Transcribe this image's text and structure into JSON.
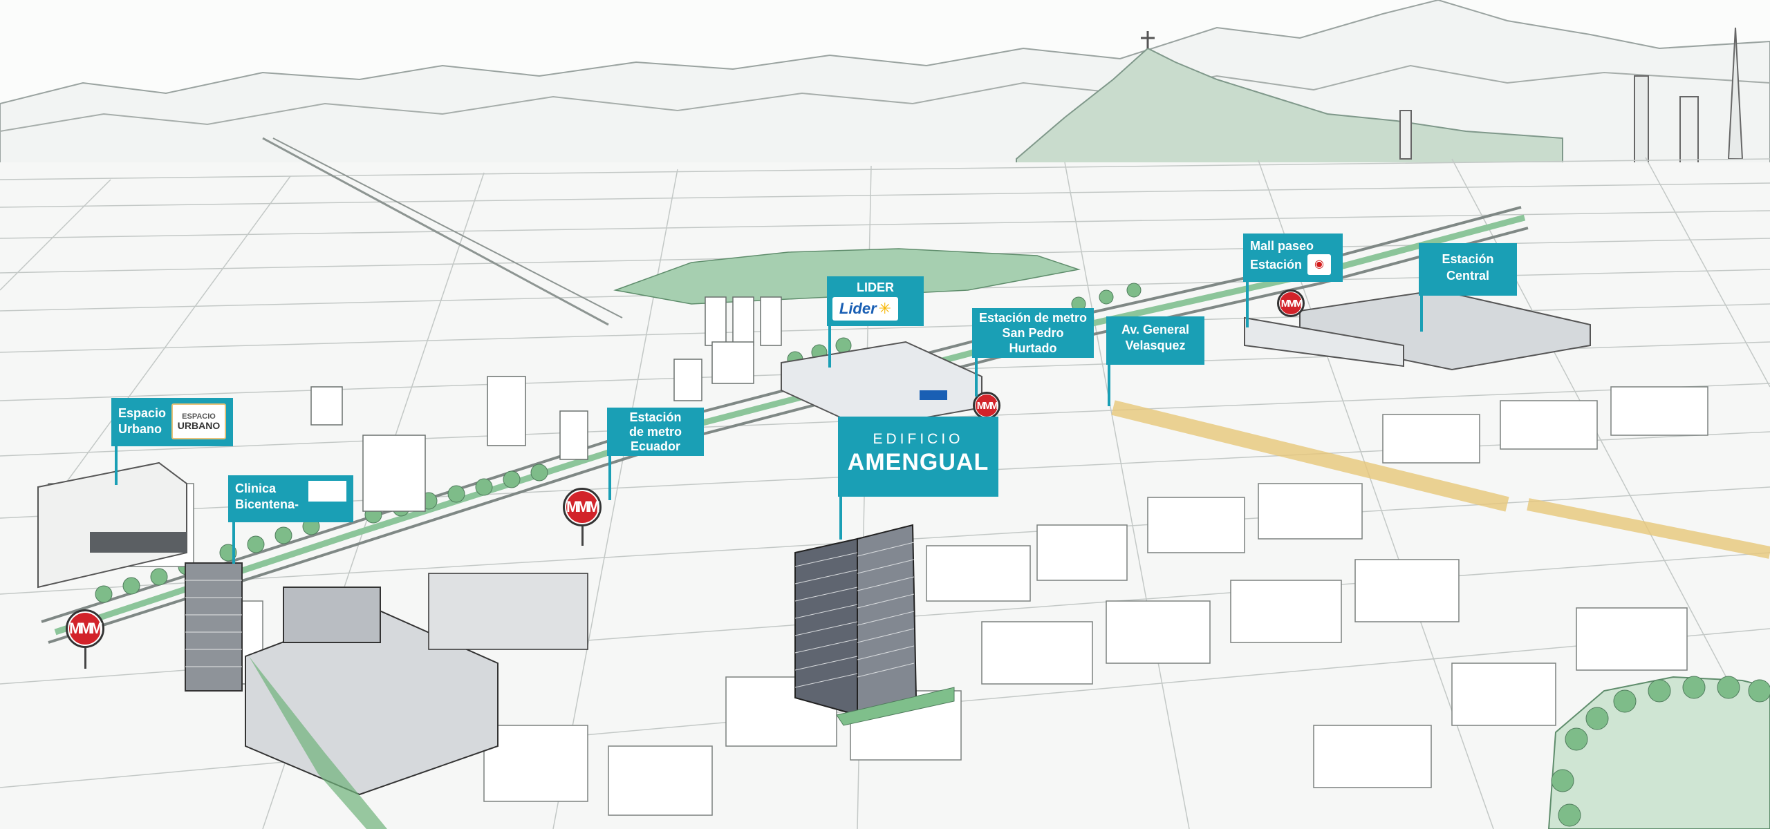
{
  "building": {
    "subtitle": "EDIFICIO",
    "title": "AMENGUAL"
  },
  "labels": {
    "espacio_urbano": {
      "line1": "Espacio",
      "line2": "Urbano",
      "logo_text_top": "ESPACIO",
      "logo_text_bottom": "URBANO"
    },
    "clinica": {
      "line1": "Clinica",
      "line2": "Bicentena-"
    },
    "ecuador": {
      "line1": "Estación",
      "line2": "de metro",
      "line3": "Ecuador"
    },
    "lider": {
      "line1": "LIDER",
      "logo_text": "Lider"
    },
    "san_pedro": {
      "line1": "Estación de metro",
      "line2": "San Pedro",
      "line3": "Hurtado"
    },
    "velasquez": {
      "line1": "Av. General",
      "line2": "Velasquez"
    },
    "mall": {
      "line1": "Mall paseo",
      "line2": "Estación"
    },
    "central": {
      "line1": "Estación",
      "line2": "Central"
    }
  },
  "icons": {
    "metro": "metro-icon",
    "lider_spark": "walmart-spark-icon",
    "mall_logo": "mall-logo-icon"
  },
  "colors": {
    "label_bg": "#1a9fb5",
    "metro_red": "#d2232a",
    "park_green": "#6fb27a",
    "avenue_yellow": "#e7c779"
  }
}
